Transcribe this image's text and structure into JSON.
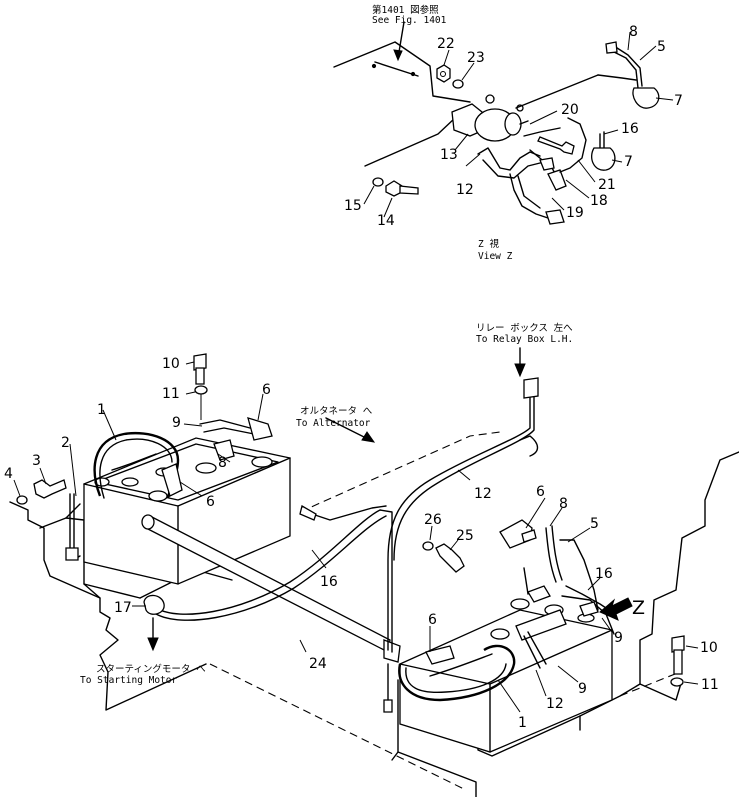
{
  "notes": {
    "see_fig_jp": "第1401 図参照",
    "see_fig_en": "See Fig. 1401",
    "view_z_jp": "Z 視",
    "view_z_en": "View Z",
    "relay_jp": "リレー ボックス 左へ",
    "relay_en": "To Relay Box L.H.",
    "alternator_jp": "オルタネータ へ",
    "alternator_en": "To Alternator",
    "starting_jp": "スターティングモータ へ",
    "starting_en": "To Starting Motor",
    "z_marker": "Z"
  },
  "callouts": {
    "n1a": "1",
    "n1b": "1",
    "n2": "2",
    "n3": "3",
    "n4": "4",
    "n5a": "5",
    "n5b": "5",
    "n6a": "6",
    "n6b": "6",
    "n6c": "6",
    "n6d": "6",
    "n7a": "7",
    "n7b": "7",
    "n8a": "8",
    "n8b": "8",
    "n8c": "8",
    "n9a": "9",
    "n9b": "9",
    "n9c": "9",
    "n10a": "10",
    "n10b": "10",
    "n11a": "11",
    "n11b": "11",
    "n12a": "12",
    "n12b": "12",
    "n12c": "12",
    "n13": "13",
    "n14": "14",
    "n15": "15",
    "n16a": "16",
    "n16b": "16",
    "n16c": "16",
    "n17": "17",
    "n18": "18",
    "n19": "19",
    "n20": "20",
    "n21": "21",
    "n22": "22",
    "n23": "23",
    "n24": "24",
    "n25": "25",
    "n26": "26"
  }
}
